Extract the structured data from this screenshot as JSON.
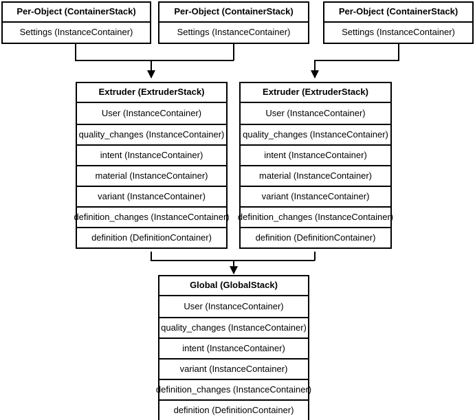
{
  "diagram": {
    "title": "Cura container stack hierarchy",
    "type": "flowchart",
    "colors": {
      "background": "#ffffff",
      "stroke": "#000000",
      "text": "#000000"
    },
    "labels": {
      "container_stack": "Per-Object (ContainerStack)",
      "instance_container": "Settings (InstanceContainer)"
    },
    "per_object_stacks": [
      {
        "header": "Per-Object (ContainerStack)",
        "rows": [
          "Settings (InstanceContainer)"
        ]
      },
      {
        "header": "Per-Object (ContainerStack)",
        "rows": [
          "Settings (InstanceContainer)"
        ]
      },
      {
        "header": "Per-Object (ContainerStack)",
        "rows": [
          "Settings (InstanceContainer)"
        ]
      }
    ],
    "extruder_stacks": [
      {
        "header": "Extruder (ExtruderStack)",
        "rows": [
          "User (InstanceContainer)",
          "quality_changes (InstanceContainer)",
          "intent (InstanceContainer)",
          "material (InstanceContainer)",
          "variant (InstanceContainer)",
          "definition_changes (InstanceContainer)",
          "definition (DefinitionContainer)"
        ]
      },
      {
        "header": "Extruder (ExtruderStack)",
        "rows": [
          "User (InstanceContainer)",
          "quality_changes (InstanceContainer)",
          "intent (InstanceContainer)",
          "material (InstanceContainer)",
          "variant (InstanceContainer)",
          "definition_changes (InstanceContainer)",
          "definition (DefinitionContainer)"
        ]
      }
    ],
    "global_stack": {
      "header": "Global (GlobalStack)",
      "rows": [
        "User (InstanceContainer)",
        "quality_changes (InstanceContainer)",
        "intent (InstanceContainer)",
        "variant (InstanceContainer)",
        "definition_changes (InstanceContainer)",
        "definition (DefinitionContainer)"
      ]
    }
  }
}
